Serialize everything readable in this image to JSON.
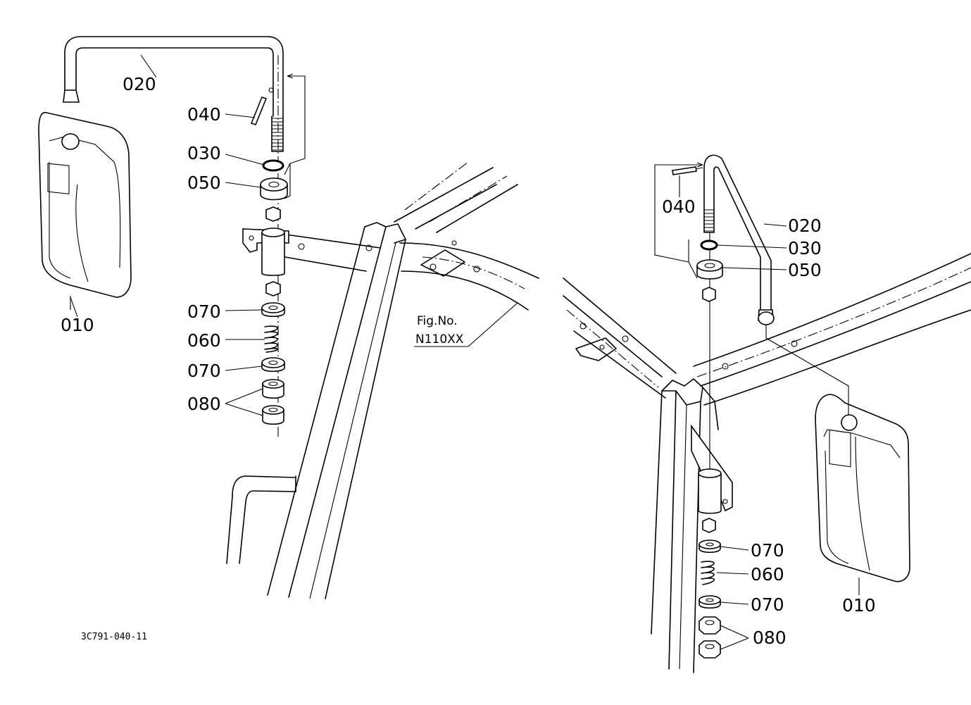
{
  "figure": {
    "ref_label": "Fig.No.",
    "ref_number": "N110XX",
    "drawing_code": "3C791-040-11"
  },
  "left_view": {
    "labels": {
      "mirror": "010",
      "stay": "020",
      "o_ring": "030",
      "pin": "040",
      "bushing": "050",
      "spring": "060",
      "washer_top": "070",
      "washer_bottom": "070",
      "nut": "080"
    }
  },
  "right_view": {
    "labels": {
      "mirror": "010",
      "stay": "020",
      "o_ring": "030",
      "pin": "040",
      "bushing": "050",
      "spring": "060",
      "washer_top": "070",
      "washer_bottom": "070",
      "nut": "080"
    }
  }
}
